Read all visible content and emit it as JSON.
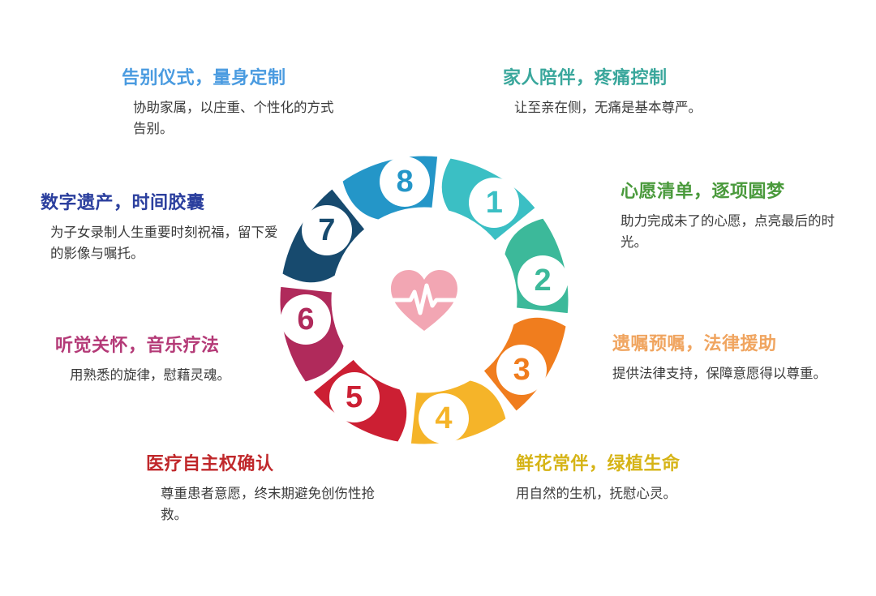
{
  "page": {
    "background": "#ffffff",
    "body_text_color": "#3a3a3a"
  },
  "center": {
    "icon": "heart-pulse-icon",
    "color": "#F2A6B3"
  },
  "wheel": {
    "segment_count": 8,
    "inner_label_bg": "#ffffff",
    "segments": [
      {
        "number": "1",
        "color": "#3BBFC4"
      },
      {
        "number": "2",
        "color": "#3CB99A"
      },
      {
        "number": "3",
        "color": "#F07D1E"
      },
      {
        "number": "4",
        "color": "#F5B429"
      },
      {
        "number": "5",
        "color": "#CC1F33"
      },
      {
        "number": "6",
        "color": "#B02A5B"
      },
      {
        "number": "7",
        "color": "#174A6E"
      },
      {
        "number": "8",
        "color": "#2496C8"
      }
    ]
  },
  "blocks": [
    {
      "id": "blk-1",
      "number": "1",
      "title": "家人陪伴，疼痛控制",
      "body": "让至亲在侧，无痛是基本尊严。",
      "title_color": "#3AA79C",
      "align": "left"
    },
    {
      "id": "blk-2",
      "number": "2",
      "title": "心愿清单，逐项圆梦",
      "body": "助力完成未了的心愿，点亮最后的时光。",
      "title_color": "#4A9A3C",
      "align": "left"
    },
    {
      "id": "blk-3",
      "number": "3",
      "title": "遗嘱预嘱，法律援助",
      "body": "提供法律支持，保障意愿得以尊重。",
      "title_color": "#F0A560",
      "align": "left"
    },
    {
      "id": "blk-4",
      "number": "4",
      "title": "鲜花常伴，绿植生命",
      "body": "用自然的生机，抚慰心灵。",
      "title_color": "#D6B417",
      "align": "left"
    },
    {
      "id": "blk-5",
      "number": "5",
      "title": "医疗自主权确认",
      "body": "尊重患者意愿，终末期避免创伤性抢救。",
      "title_color": "#C0282B",
      "align": "left"
    },
    {
      "id": "blk-6",
      "number": "6",
      "title": "听觉关怀，音乐疗法",
      "body": "用熟悉的旋律，慰藉灵魂。",
      "title_color": "#B43A77",
      "align": "left"
    },
    {
      "id": "blk-7",
      "number": "7",
      "title": "数字遗产，时间胶囊",
      "body": "为子女录制人生重要时刻祝福，留下爱的影像与嘱托。",
      "title_color": "#2B3F9E",
      "align": "left"
    },
    {
      "id": "blk-8",
      "number": "8",
      "title": "告别仪式，量身定制",
      "body": "协助家属，以庄重、个性化的方式告别。",
      "title_color": "#4A9BE0",
      "align": "left"
    }
  ]
}
